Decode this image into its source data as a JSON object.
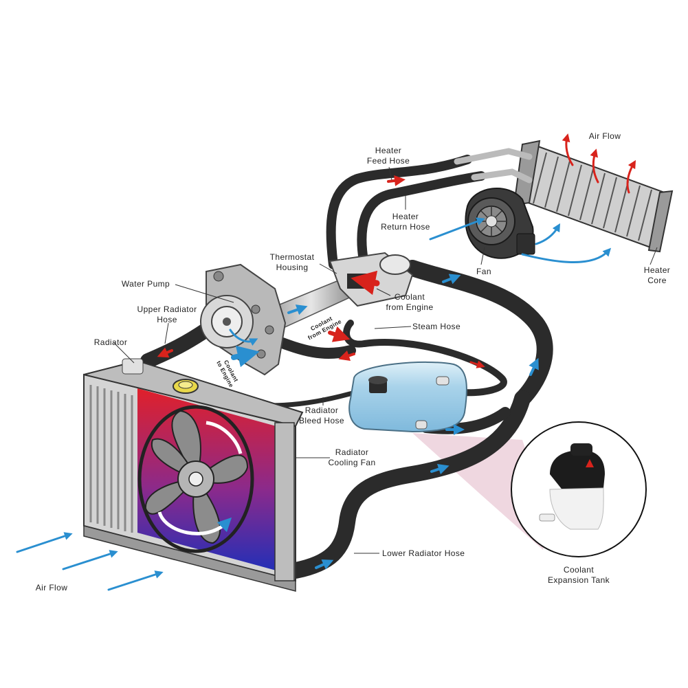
{
  "labels": {
    "heater_feed_hose": [
      "Heater",
      "Feed Hose"
    ],
    "heater_return_hose": [
      "Heater",
      "Return Hose"
    ],
    "air_flow_top": "Air Flow",
    "thermostat_housing": [
      "Thermostat",
      "Housing"
    ],
    "water_pump": "Water Pump",
    "upper_radiator_hose": [
      "Upper Radiator",
      "Hose"
    ],
    "radiator": "Radiator",
    "coolant_from_engine": [
      "Coolant",
      "from Engine"
    ],
    "coolant_from_engine_small": [
      "Coolant",
      "from Engine"
    ],
    "coolant_to_engine": [
      "Coolant",
      "to Engine"
    ],
    "steam_hose": "Steam Hose",
    "fan": "Fan",
    "heater_core": [
      "Heater",
      "Core"
    ],
    "radiator_bleed_hose": [
      "Radiator",
      "Bleed Hose"
    ],
    "radiator_cooling_fan": [
      "Radiator",
      "Cooling Fan"
    ],
    "lower_radiator_hose": "Lower Radiator Hose",
    "air_flow_bottom": "Air Flow",
    "coolant_expansion_tank": [
      "Coolant",
      "Expansion Tank"
    ]
  },
  "colors": {
    "hose": "#2b2b2b",
    "flow_cold": "#2a8fd0",
    "flow_hot": "#d8231c",
    "tank_fill": "#a9d3ea",
    "metal": "#c9c9c9"
  }
}
